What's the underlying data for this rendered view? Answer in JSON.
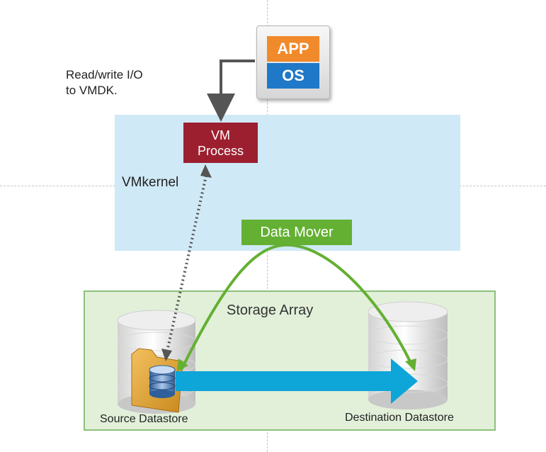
{
  "app_tile": {
    "app": "APP",
    "os": "OS"
  },
  "io_label": "Read/write I/O\nto VMDK.",
  "vm_process": "VM\nProcess",
  "vmkernel": "VMkernel",
  "data_mover": "Data Mover",
  "storage_array": "Storage Array",
  "source_datastore": "Source Datastore",
  "destination_datastore": "Destination Datastore",
  "colors": {
    "vmkernel_band": "#cfe9f7",
    "storage_fill": "#e2f0d9",
    "storage_border": "#8dc07a",
    "app_orange": "#f08a2b",
    "os_blue": "#1f78c8",
    "vm_process_red": "#9c1f2f",
    "data_mover_green": "#64b032",
    "copy_arrow_blue": "#0ea5d8",
    "io_arrow_gray": "#555555"
  }
}
